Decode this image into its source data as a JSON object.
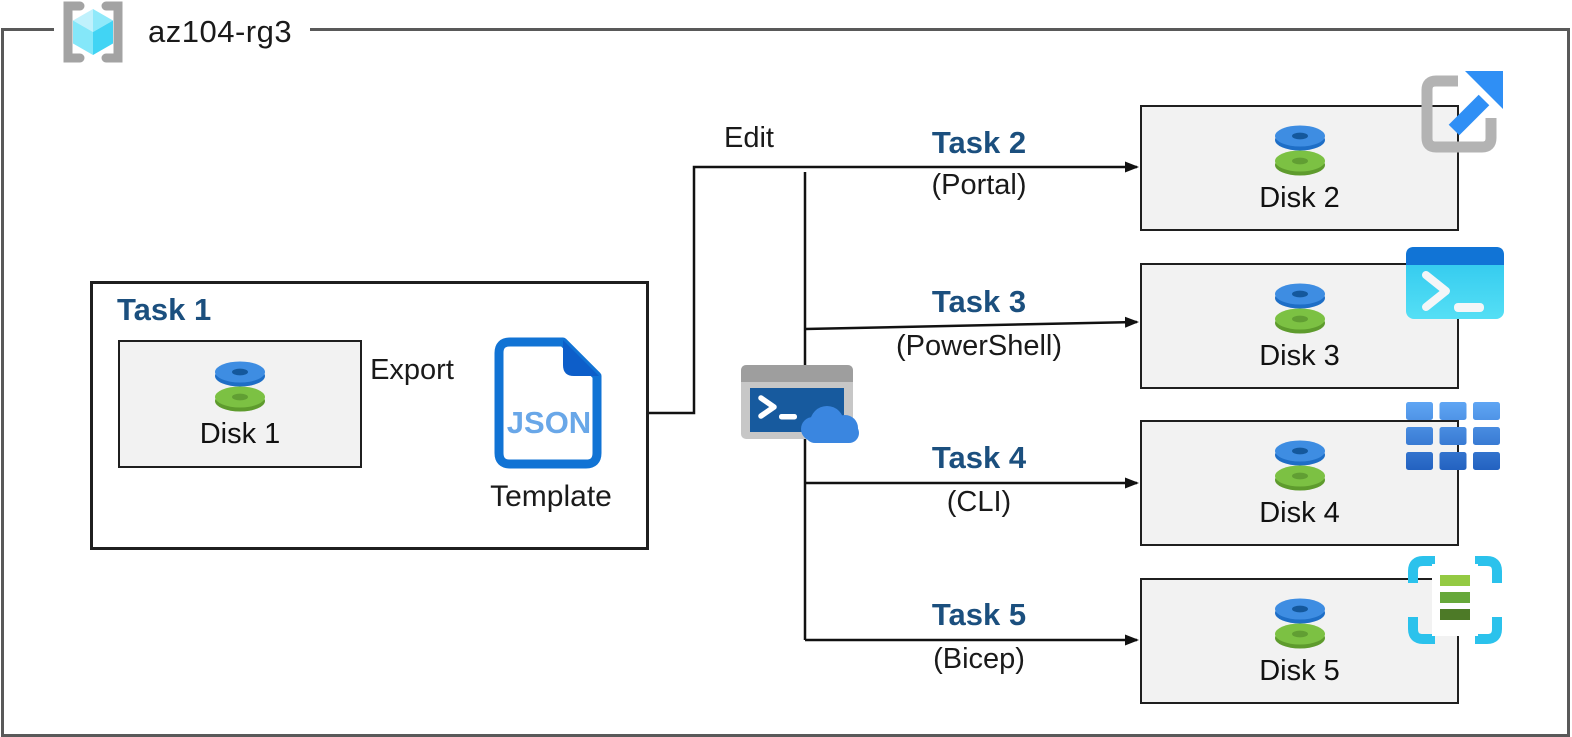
{
  "rg": {
    "title": "az104-rg3"
  },
  "edit_label": "Edit",
  "task1": {
    "label": "Task 1",
    "disk_label": "Disk 1",
    "export_label": "Export",
    "template": {
      "badge": "JSON",
      "label": "Template"
    }
  },
  "branches": [
    {
      "task": "Task 2",
      "method": "(Portal)",
      "disk_label": "Disk 2",
      "tool_icon": "open-in-portal"
    },
    {
      "task": "Task 3",
      "method": "(PowerShell)",
      "disk_label": "Disk 3",
      "tool_icon": "powershell"
    },
    {
      "task": "Task 4",
      "method": "(CLI)",
      "disk_label": "Disk 4",
      "tool_icon": "azure-cli"
    },
    {
      "task": "Task 5",
      "method": "(Bicep)",
      "disk_label": "Disk 5",
      "tool_icon": "bicep"
    }
  ],
  "colors": {
    "task_heading": "#1b4f7e",
    "box_fill": "#f2f2f2",
    "boundary": "#595959",
    "connector": "#111111",
    "azure_blue": "#2f8ff5",
    "cyan": "#2bc2ec",
    "disk_blue": "#3e8de2",
    "disk_green": "#7cc143"
  }
}
